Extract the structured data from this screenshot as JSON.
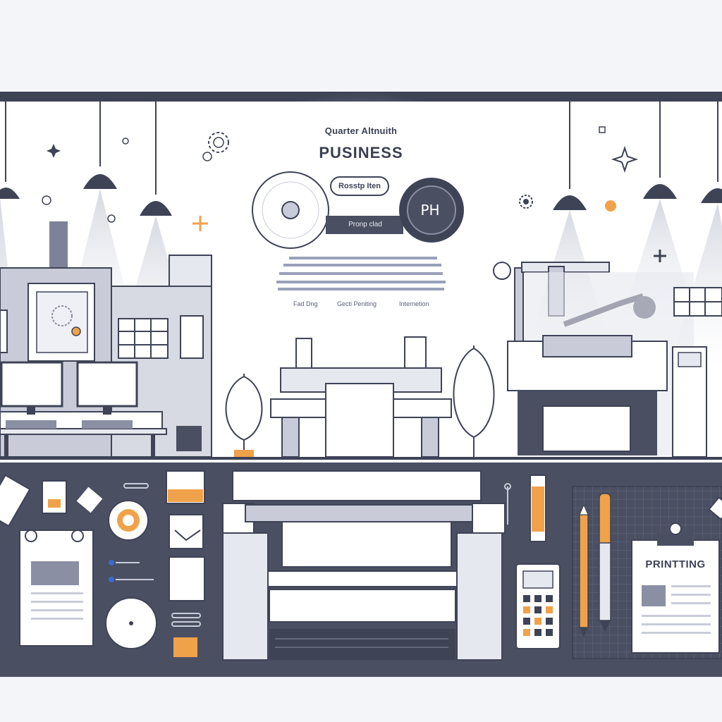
{
  "hero": {
    "eyebrow": "Quarter Altnuith",
    "title": "PUSINESS",
    "button_label": "Rosstp Iten",
    "bar_label": "Pronp clad",
    "dial_label": "PH",
    "links": [
      "Fad Dng",
      "Gecti Peniting",
      "Internetion"
    ]
  },
  "workspace": {
    "document_label": "PRINTTING"
  },
  "colors": {
    "dark_navy": "#3a3f52",
    "accent_orange": "#f0a24a",
    "light_panel": "#ffffff",
    "gray_building": "#c9ccd8",
    "workspace_bg": "#4a4f62"
  },
  "icons": [
    "gear-icon",
    "sparkle-icon",
    "plus-icon",
    "pendant-lamp-icon",
    "monitor-icon",
    "plant-icon",
    "calculator-icon",
    "pencil-icon",
    "clipboard-icon",
    "tape-icon"
  ]
}
